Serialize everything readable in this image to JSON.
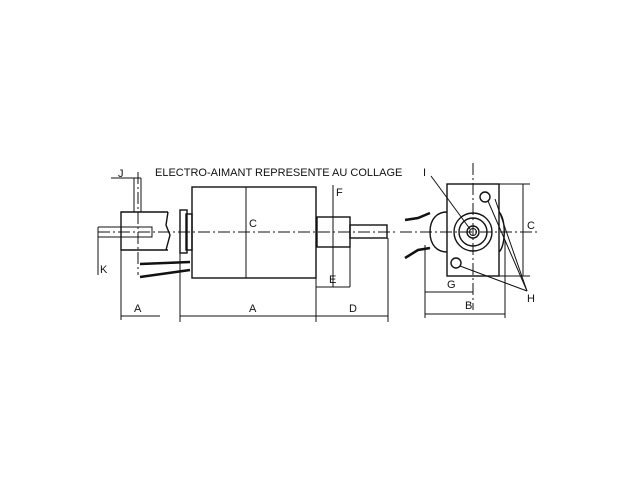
{
  "title": "ELECTRO-AIMANT REPRESENTE AU COLLAGE",
  "labels": {
    "J": "J",
    "K": "K",
    "A_left": "A",
    "A_body": "A",
    "C_body": "C",
    "F": "F",
    "E": "E",
    "D": "D",
    "I": "I",
    "C_side": "C",
    "G": "G",
    "B": "B",
    "H": "H"
  }
}
